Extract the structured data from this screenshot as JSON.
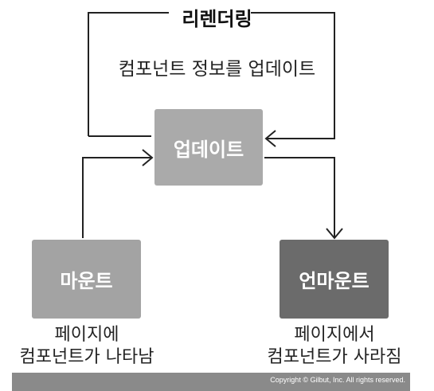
{
  "diagram": {
    "rerender_title": "리렌더링",
    "rerender_description": "컴포넌트 정보를 업데이트",
    "nodes": {
      "update": "업데이트",
      "mount": "마운트",
      "unmount": "언마운트"
    },
    "captions": {
      "mount_line1": "페이지에",
      "mount_line2": "컴포넌트가 나타남",
      "unmount_line1": "페이지에서",
      "unmount_line2": "컴포넌트가 사라짐"
    },
    "colors": {
      "update_box": "#aaaaaa",
      "mount_box": "#a3a3a3",
      "unmount_box": "#6b6b6b",
      "line": "#222222"
    }
  },
  "footer": {
    "copyright": "Copyright © Gilbut, Inc. All rights reserved."
  }
}
